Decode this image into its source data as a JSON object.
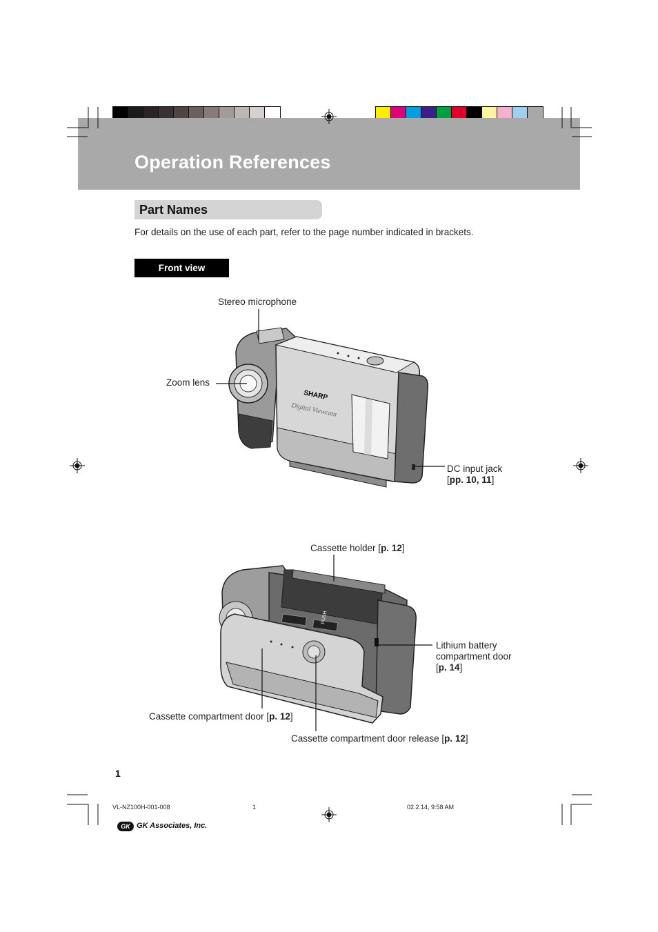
{
  "colors": {
    "header_band": "#a9a9a9",
    "section_pill": "#d4d4d4",
    "view_tab": "#000000",
    "gray_bar": [
      "#000000",
      "#1a1a1a",
      "#2b2424",
      "#3a3232",
      "#4f4644",
      "#6a615e",
      "#857c79",
      "#a39b98",
      "#bdb6b3",
      "#d6d1cf",
      "#ffffff"
    ],
    "color_bar": [
      "#ffee00",
      "#e0007a",
      "#00a0e0",
      "#3b1f8a",
      "#00a040",
      "#e0002a",
      "#000000",
      "#fff5a0",
      "#f5b0cc",
      "#a0d0f0",
      "#a8a8a8"
    ]
  },
  "header": {
    "title": "Operation References"
  },
  "section": {
    "title": "Part Names",
    "intro": "For details on the use of each part, refer to the page number indicated in brackets."
  },
  "view_tab": {
    "label": "Front view"
  },
  "front_view": {
    "brand": "SHARP",
    "model_text": "Digital Viewcam",
    "stereo_microphone": "Stereo microphone",
    "zoom_lens": "Zoom lens",
    "dc_jack": {
      "line1": "DC input jack",
      "ref_open": "[",
      "ref": "pp. 10, 11",
      "ref_close": "]"
    }
  },
  "open_view": {
    "push_label": "PUSH",
    "cassette_holder": {
      "text": "Cassette holder [",
      "ref": "p. 12",
      "close": "]"
    },
    "lithium": {
      "line1": "Lithium battery",
      "line2": "compartment door",
      "ref_open": "[",
      "ref": "p. 14",
      "ref_close": "]"
    },
    "cassette_door": {
      "text": "Cassette compartment door [",
      "ref": "p. 12",
      "close": "]"
    },
    "door_release": {
      "text": "Cassette compartment door release [",
      "ref": "p. 12",
      "close": "]"
    }
  },
  "footer": {
    "page_number": "1",
    "file_name": "VL-NZ100H-001-008",
    "sheet": "1",
    "timestamp": "02.2.14, 9:58 AM",
    "company": "GK Associates, Inc.",
    "logo_letters": "GK"
  }
}
